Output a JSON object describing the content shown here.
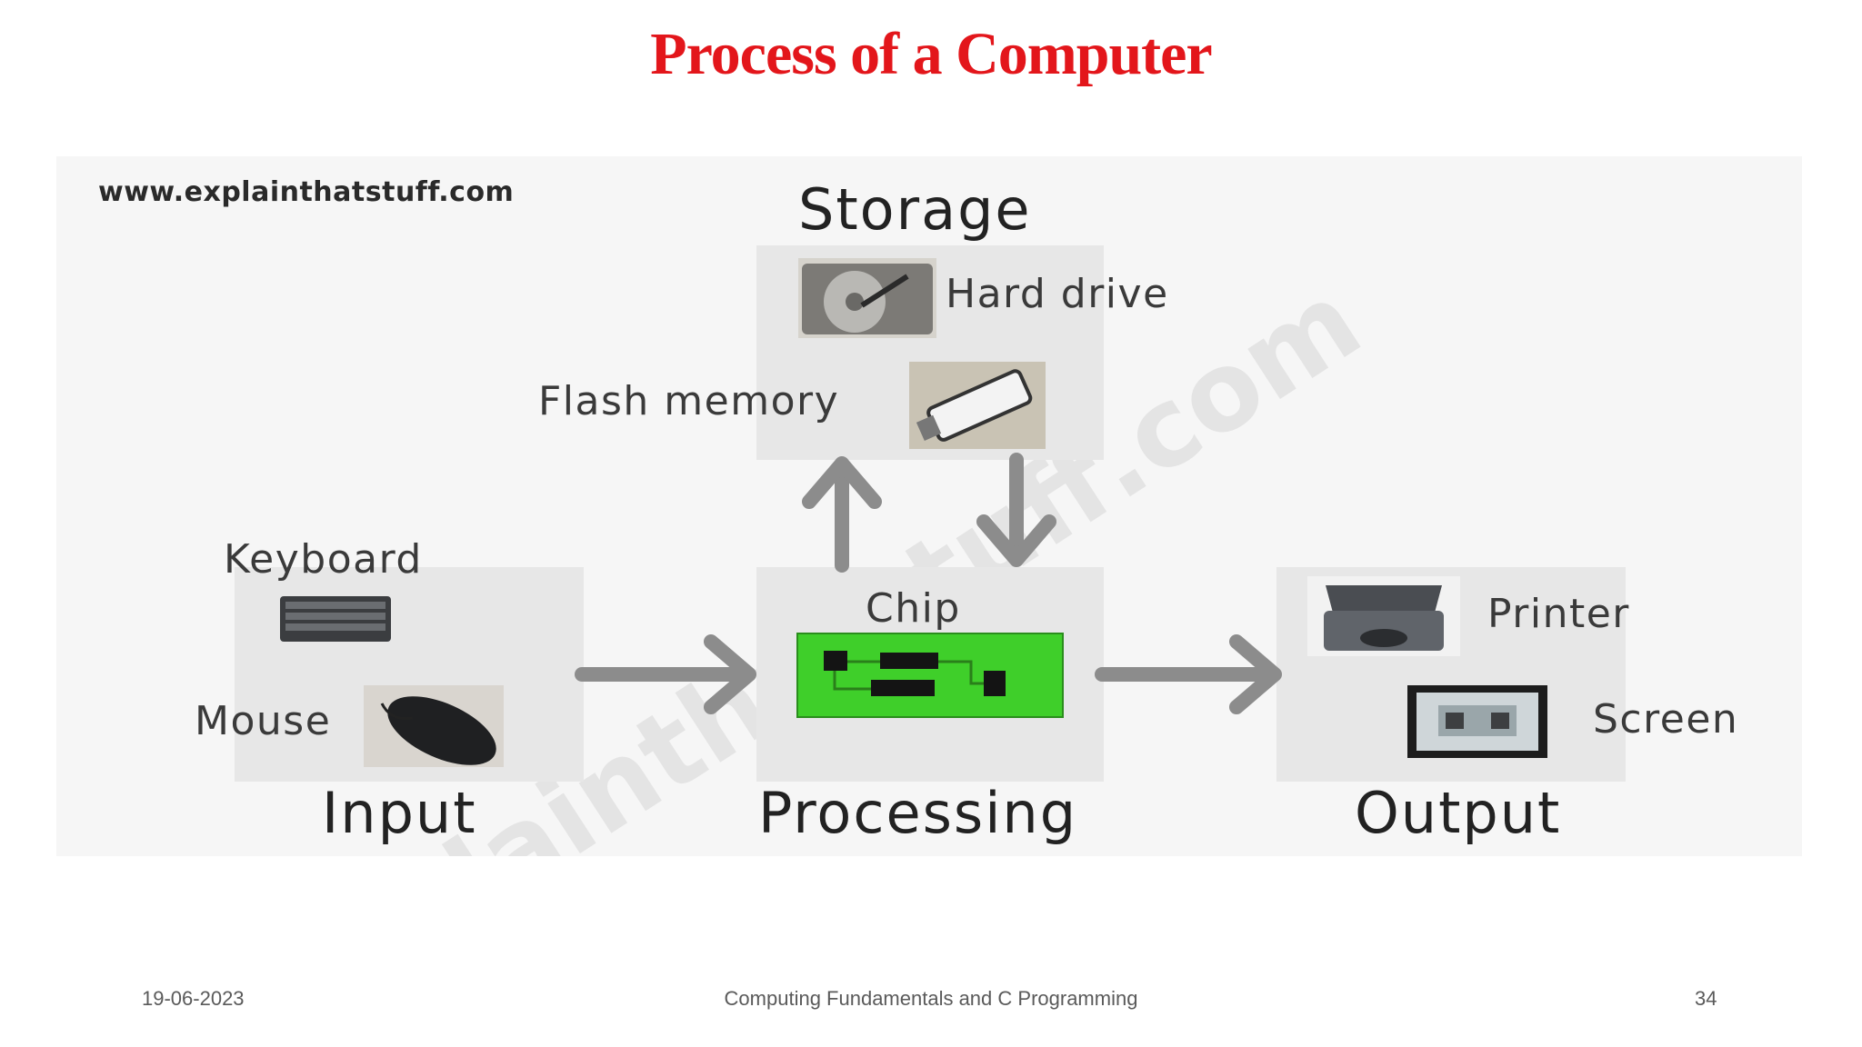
{
  "slide": {
    "title": "Process of a Computer",
    "footer": {
      "date": "19-06-2023",
      "course": "Computing Fundamentals and C Programming",
      "page": "34"
    }
  },
  "diagram": {
    "source_watermark": "www.explainthatstuff.com",
    "stages": {
      "input": "Input",
      "processing": "Processing",
      "output": "Output",
      "storage": "Storage"
    },
    "devices": {
      "keyboard": "Keyboard",
      "mouse": "Mouse",
      "chip": "Chip",
      "printer": "Printer",
      "screen": "Screen",
      "hard_drive": "Hard drive",
      "flash_memory": "Flash memory"
    },
    "colors": {
      "arrow": "#8c8c8c",
      "panel": "#e7e7e7",
      "chip_board": "#3fcf2a",
      "title": "#e3161b"
    }
  }
}
